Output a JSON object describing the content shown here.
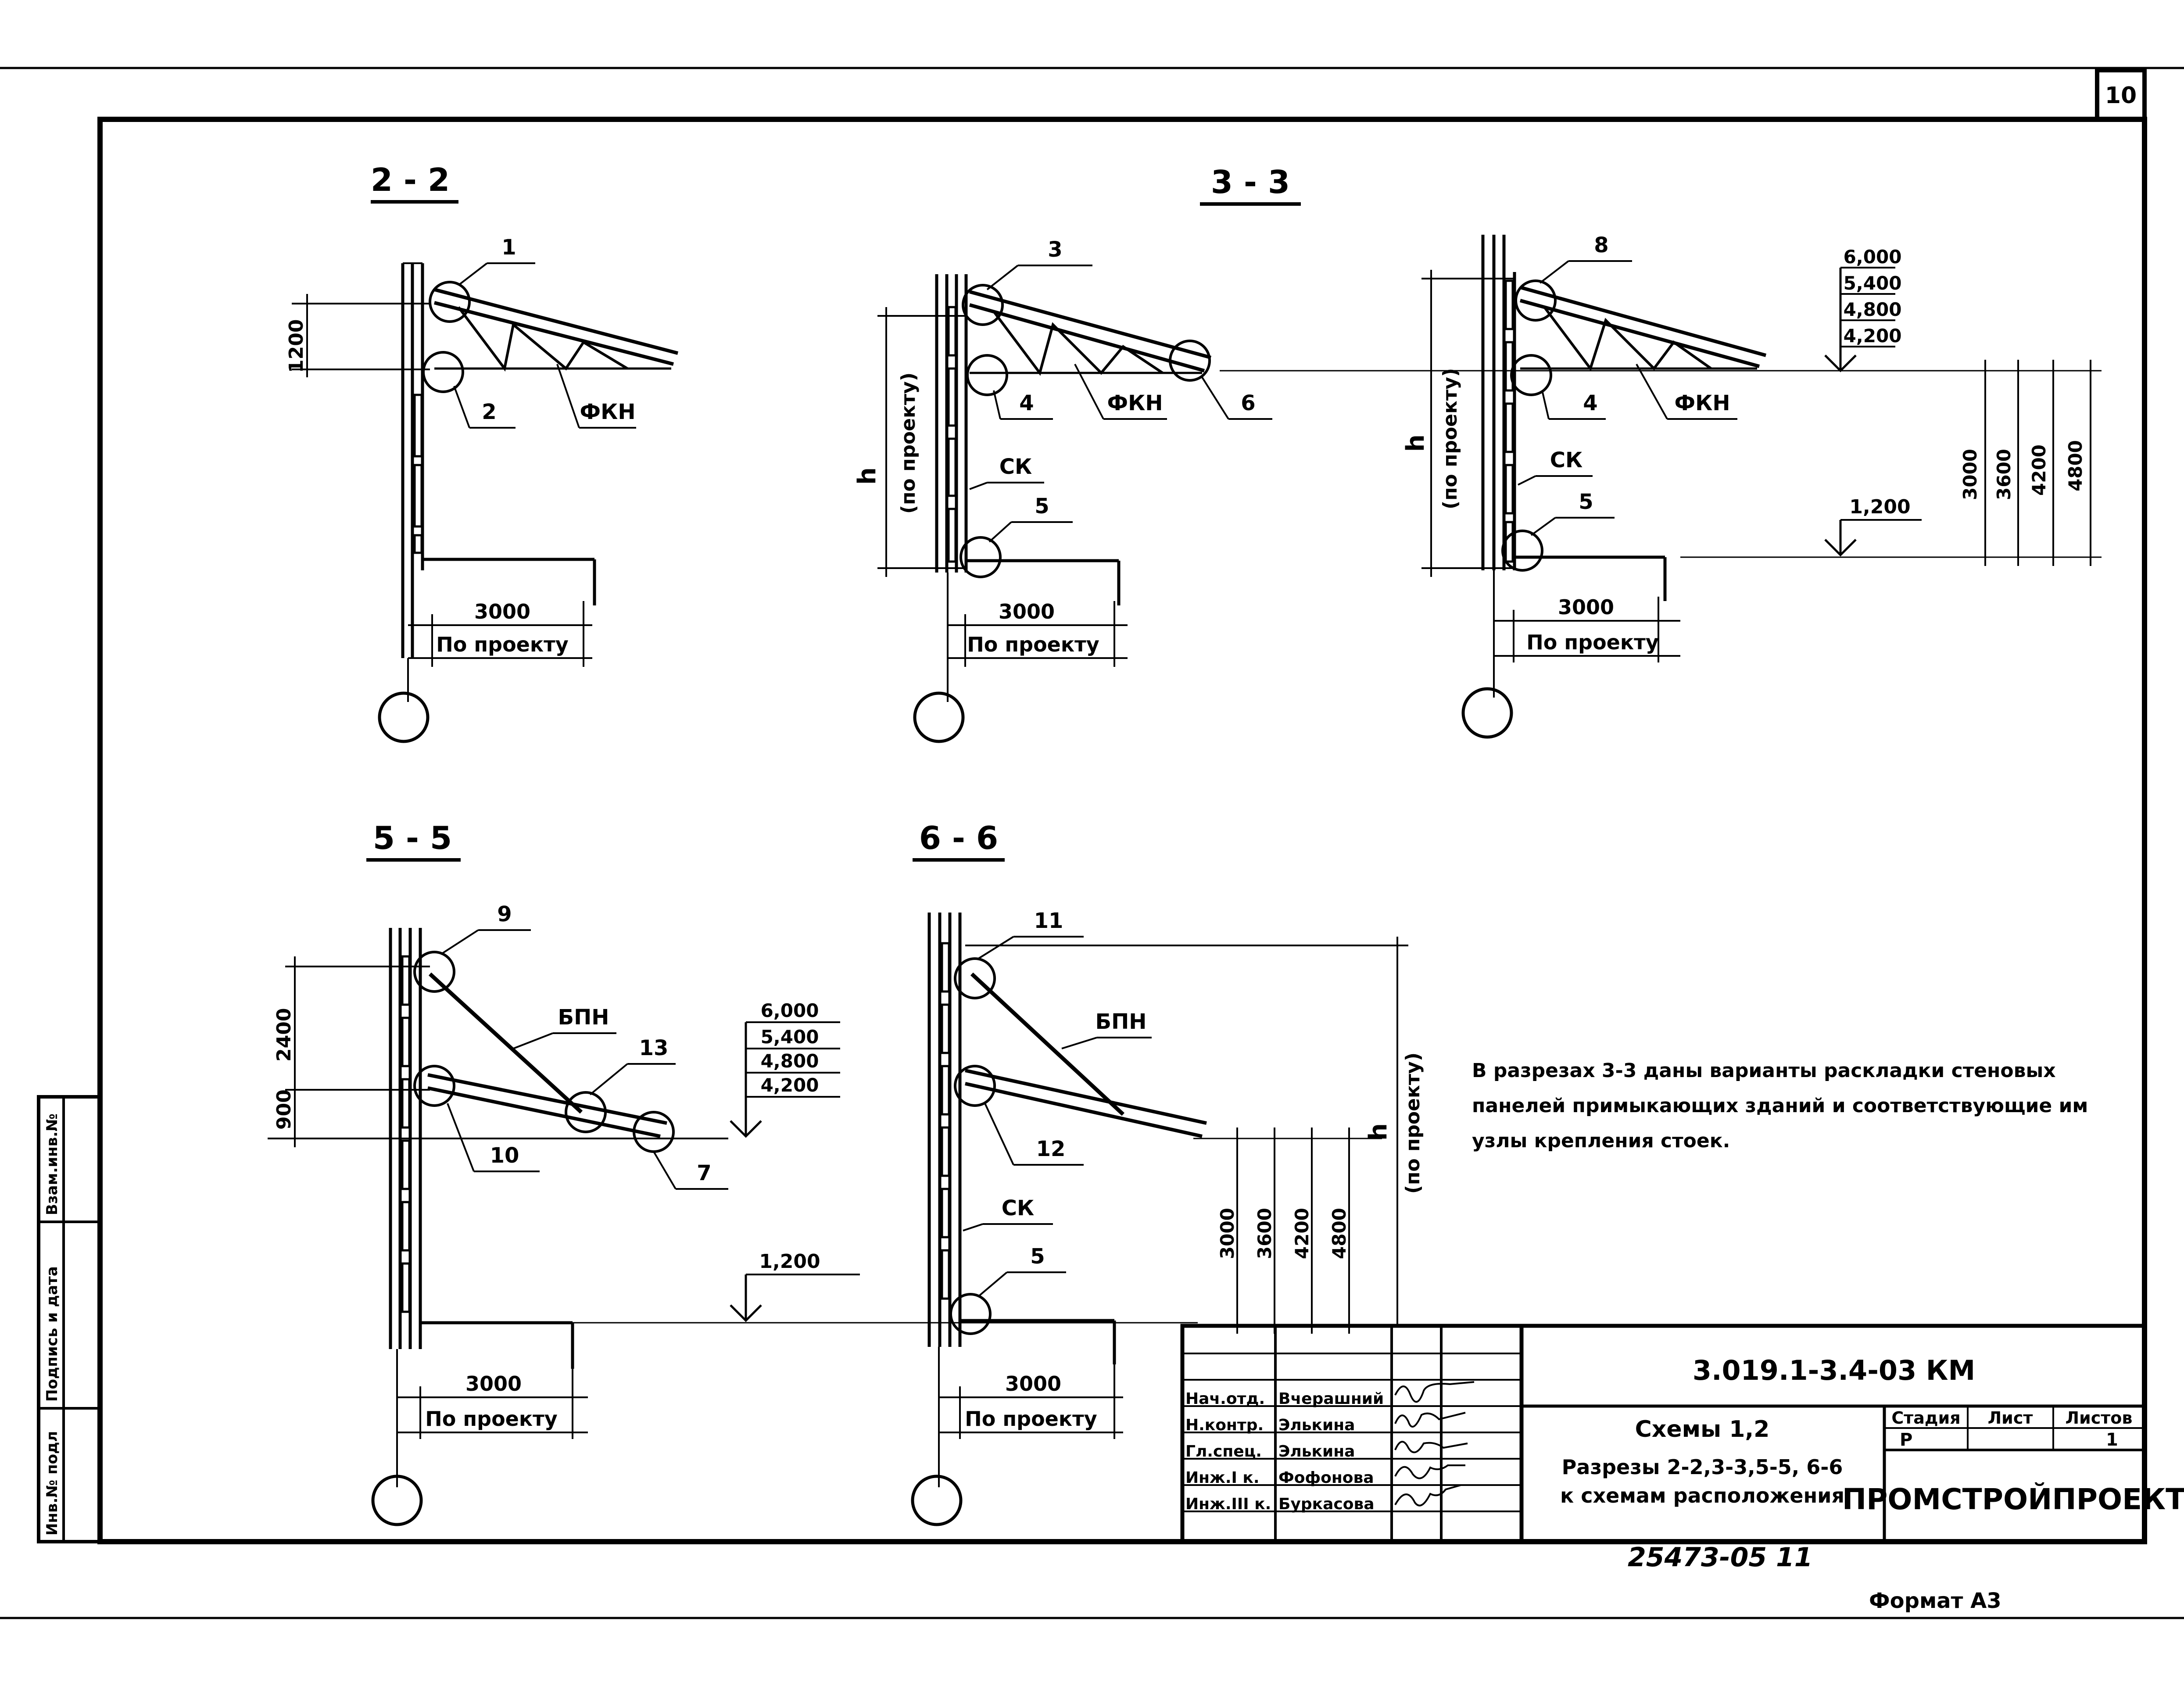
{
  "sheet": {
    "number": "10",
    "format_note": "Формат А3",
    "inventory_note": "25473-05  11"
  },
  "side_stamp": {
    "labels": [
      "Инв.№ подл",
      "Подпись и дата",
      "Взам.инв.№"
    ]
  },
  "sections": {
    "s22": {
      "title": "2 - 2",
      "dim_1200": "1200",
      "dim_3000": "3000",
      "po_proektu": "По проекту",
      "callout_1": "1",
      "callout_2": "2",
      "fkn": "ФКН"
    },
    "s33a": {
      "title": "3 - 3",
      "callout_3": "3",
      "callout_4": "4",
      "callout_5": "5",
      "callout_6": "6",
      "fkn": "ФКН",
      "sk": "СК",
      "h": "h",
      "h_note": "(по проекту)",
      "dim_3000": "3000",
      "po_proektu": "По проекту"
    },
    "s33b": {
      "callout_8": "8",
      "callout_4": "4",
      "callout_5": "5",
      "fkn": "ФКН",
      "sk": "СК",
      "h": "h",
      "h_note": "(по проекту)",
      "dim_3000": "3000",
      "po_proektu": "По проекту",
      "levels": [
        "6,000",
        "5,400",
        "4,800",
        "4,200"
      ],
      "level_low": "1,200",
      "heights": [
        "3000",
        "3600",
        "4200",
        "4800"
      ]
    },
    "s55": {
      "title": "5 - 5",
      "callout_9": "9",
      "callout_10": "10",
      "callout_13": "13",
      "callout_7": "7",
      "bpn": "БПН",
      "dim_2400": "2400",
      "dim_900": "900",
      "dim_3000": "3000",
      "po_proektu": "По проекту",
      "levels": [
        "6,000",
        "5,400",
        "4,800",
        "4,200"
      ],
      "level_low": "1,200"
    },
    "s66": {
      "title": "6 - 6",
      "callout_11": "11",
      "callout_12": "12",
      "callout_5": "5",
      "bpn": "БПН",
      "sk": "СК",
      "h": "h",
      "h_note": "(по проекту)",
      "dim_3000": "3000",
      "po_proektu": "По проекту",
      "heights": [
        "3000",
        "3600",
        "4200",
        "4800"
      ]
    }
  },
  "note": {
    "line1": "В разрезах 3-3 даны варианты раскладки стеновых",
    "line2": "панелей примыкающих зданий и соответствующие им",
    "line3": "узлы крепления стоек."
  },
  "title_block": {
    "code": "3.019.1-3.4-03 КМ",
    "roles": [
      "Нач.отд.",
      "Н.контр.",
      "Гл.спец.",
      "Инж.I к.",
      "Инж.III к."
    ],
    "names": [
      "Вчерашний",
      "Элькина",
      "Элькина",
      "Фофонова",
      "Буркасова"
    ],
    "title_line1": "Схемы 1,2",
    "title_line2": "Разрезы 2-2,3-3,5-5, 6-6",
    "title_line3": "к схемам расположения",
    "stage_label": "Стадия",
    "sheet_label": "Лист",
    "sheets_label": "Листов",
    "stage_value": "Р",
    "sheets_value": "1",
    "org": "ПРОМСТРОЙПРОЕКТ"
  }
}
